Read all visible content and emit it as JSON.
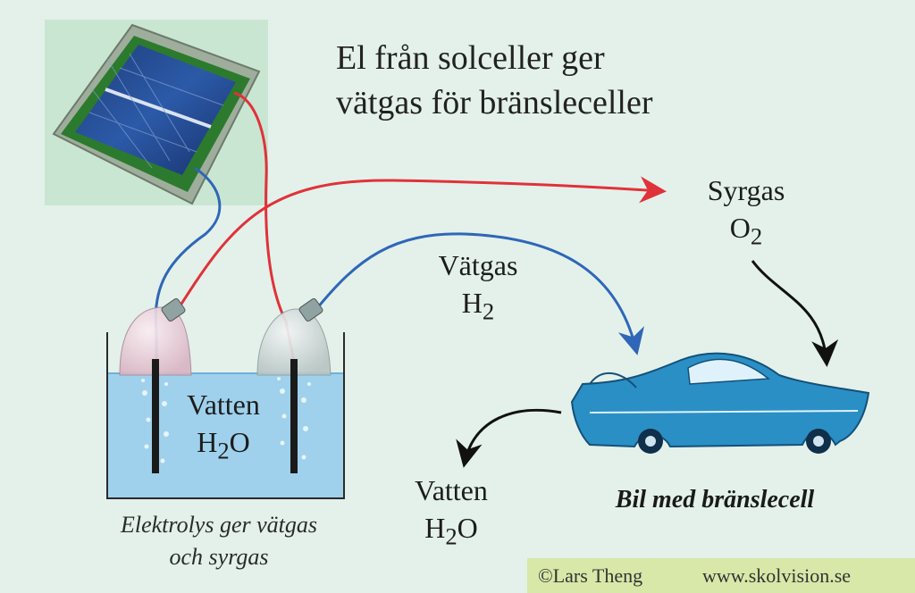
{
  "title": {
    "line1": "El från solceller ger",
    "line2": "vätgas för bränsleceller"
  },
  "oxygen": {
    "name": "Syrgas",
    "formula": "O",
    "subscript": "2"
  },
  "hydrogen": {
    "name": "Vätgas",
    "formula": "H",
    "subscript": "2"
  },
  "beaker": {
    "name": "Vatten",
    "formula_a": "H",
    "subscript": "2",
    "formula_b": "O"
  },
  "water_output": {
    "name": "Vatten",
    "formula_a": "H",
    "subscript": "2",
    "formula_b": "O"
  },
  "captions": {
    "electrolysis_line1": "Elektrolys ger vätgas",
    "electrolysis_line2": "och syrgas",
    "car": "Bil med bränslecell"
  },
  "credits": {
    "author": "©Lars Theng",
    "website": "www.skolvision.se"
  },
  "colors": {
    "background": "#e3f1ea",
    "red_wire": "#e0323a",
    "blue_wire": "#2f66b8",
    "water": "#9fd1ec",
    "car": "#2a8fc4",
    "credits_bar": "#d8e8a8"
  }
}
